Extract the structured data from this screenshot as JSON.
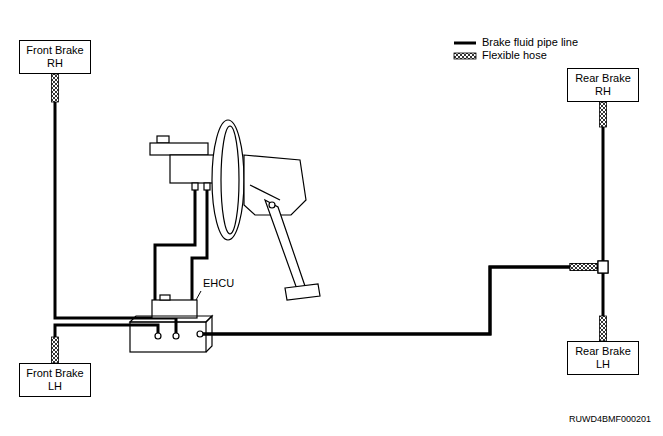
{
  "diagram": {
    "nodes": [
      {
        "text": [
          "Front Brake RH"
        ]
      },
      {
        "text": [
          "Rear Brake RH"
        ]
      },
      {
        "text": [
          "EHCU"
        ]
      },
      {
        "text": [
          "Rear Brake LH"
        ]
      },
      {
        "text": [
          "Front Brake LH"
        ]
      }
    ],
    "edges": [
      {
        "from": 2,
        "to": 0,
        "arrow": "none"
      },
      {
        "from": 2,
        "to": 4,
        "arrow": "none"
      },
      {
        "from": 2,
        "to": 1,
        "arrow": "none"
      },
      {
        "from": 2,
        "to": 3,
        "arrow": "none"
      }
    ],
    "labels": [
      "RUWD4BMF000201"
    ],
    "legend": [
      {
        "text": "Brake fluid pipe line"
      },
      {
        "text": "Flexible hose"
      }
    ]
  }
}
